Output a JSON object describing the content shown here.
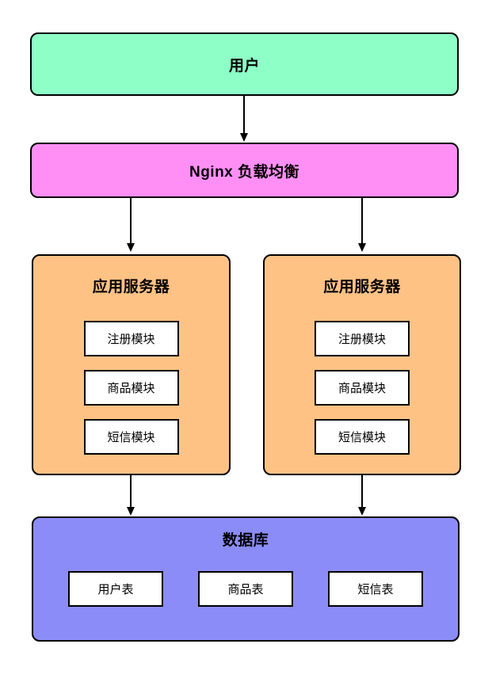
{
  "diagram": {
    "user": {
      "label": "用户"
    },
    "nginx": {
      "label": "Nginx 负载均衡"
    },
    "app_servers": [
      {
        "title": "应用服务器",
        "modules": [
          "注册模块",
          "商品模块",
          "短信模块"
        ]
      },
      {
        "title": "应用服务器",
        "modules": [
          "注册模块",
          "商品模块",
          "短信模块"
        ]
      }
    ],
    "database": {
      "title": "数据库",
      "tables": [
        "用户表",
        "商品表",
        "短信表"
      ]
    },
    "colors": {
      "user_bg": "#8DFFC7",
      "nginx_bg": "#FF8FF5",
      "app_server_bg": "#FFC285",
      "database_bg": "#8C8CF8",
      "inner_box_bg": "#FFFFFF",
      "border": "#000000",
      "arrow": "#000000"
    }
  }
}
